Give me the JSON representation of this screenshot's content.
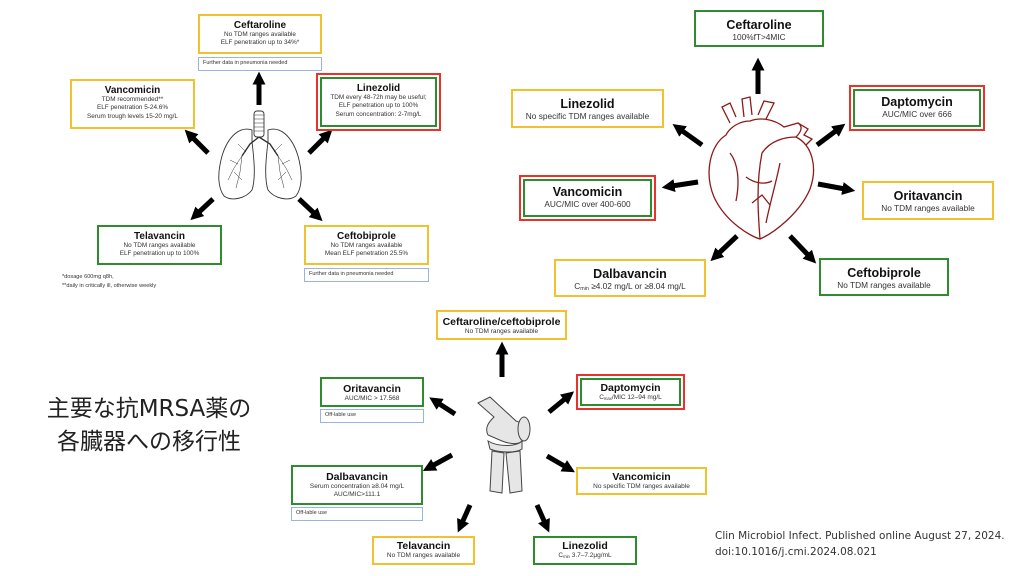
{
  "title": {
    "line1": "主要な抗MRSA薬の",
    "line2": "各臓器への移行性"
  },
  "citation": {
    "line1": "Clin Microbiol Infect. Published online August 27, 2024.",
    "line2": "doi:10.1016/j.cmi.2024.08.021"
  },
  "legend_colors": {
    "yellow": "#f2c12e",
    "green": "#2e8b2e",
    "red": "#e8332a",
    "note_blue": "#9bb4dc",
    "heart": "#8b1a1a",
    "arrow": "#000000"
  },
  "lung": {
    "organ": "lung-icon",
    "ceftaroline": {
      "name": "Ceftaroline",
      "lines": [
        "No TDM ranges available",
        "ELF penetration up to 34%*"
      ],
      "note": "Further data in pneumonia needed"
    },
    "vancomicin": {
      "name": "Vancomicin",
      "lines": [
        "TDM recommended**",
        "ELF penetration 5-24.6%",
        "Serum trough levels 15-20 mg/L"
      ]
    },
    "linezolid": {
      "name": "Linezolid",
      "lines": [
        "TDM every 48-72h may be useful;",
        "ELF penetration up to 100%",
        "Serum concentration: 2-7mg/L"
      ]
    },
    "telavancin": {
      "name": "Telavancin",
      "lines": [
        "No TDM ranges available",
        "ELF penetration up to 100%"
      ]
    },
    "ceftobiprole": {
      "name": "Ceftobiprole",
      "lines": [
        "No TDM ranges available",
        "Mean ELF penetration 25.5%"
      ],
      "note": "Further data in pneumonia needed"
    },
    "footnotes": [
      "*dosage 600mg q8h,",
      "**daily in critically ill, otherwise weekly"
    ]
  },
  "heart": {
    "organ": "heart-icon",
    "ceftaroline": {
      "name": "Ceftaroline",
      "lines": [
        "100%fT>4MIC"
      ]
    },
    "linezolid": {
      "name": "Linezolid",
      "lines": [
        "No specific TDM ranges available"
      ]
    },
    "daptomycin": {
      "name": "Daptomycin",
      "lines": [
        "AUC/MIC over 666"
      ]
    },
    "vancomicin": {
      "name": "Vancomicin",
      "lines": [
        "AUC/MIC over 400-600"
      ]
    },
    "oritavancin": {
      "name": "Oritavancin",
      "lines": [
        "No TDM ranges available"
      ]
    },
    "dalbavancin": {
      "name": "Dalbavancin",
      "cmin_prefix": "C",
      "cmin_sub": "min",
      "cmin_text": " ≥4.02 mg/L or ≥8.04 mg/L"
    },
    "ceftobiprole": {
      "name": "Ceftobiprole",
      "lines": [
        "No TDM ranges available"
      ]
    }
  },
  "bone": {
    "organ": "knee-joint-icon",
    "ceftaroline_ceftobiprole": {
      "name": "Ceftaroline/ceftobiprole",
      "lines": [
        "No TDM ranges available"
      ]
    },
    "oritavancin": {
      "name": "Oritavancin",
      "lines": [
        "AUC/MIC > 17.568"
      ],
      "note": "Off-lable use"
    },
    "daptomycin": {
      "name": "Daptomycin",
      "c_prefix": "C",
      "c_sub": "max",
      "c_text": "/MIC 12–94 mg/L"
    },
    "dalbavancin": {
      "name": "Dalbavancin",
      "lines": [
        "Serum concentration ≥8.04 mg/L",
        "AUC/MIC>111.1"
      ],
      "note": "Off-lable use"
    },
    "vancomicin": {
      "name": "Vancomicin",
      "lines": [
        "No specific TDM ranges available"
      ]
    },
    "telavancin": {
      "name": "Telavancin",
      "lines": [
        "No TDM ranges available"
      ]
    },
    "linezolid": {
      "name": "Linezolid",
      "c_prefix": "C",
      "c_sub": "min",
      "c_text": " 3.7–7.2μg/mL"
    }
  }
}
